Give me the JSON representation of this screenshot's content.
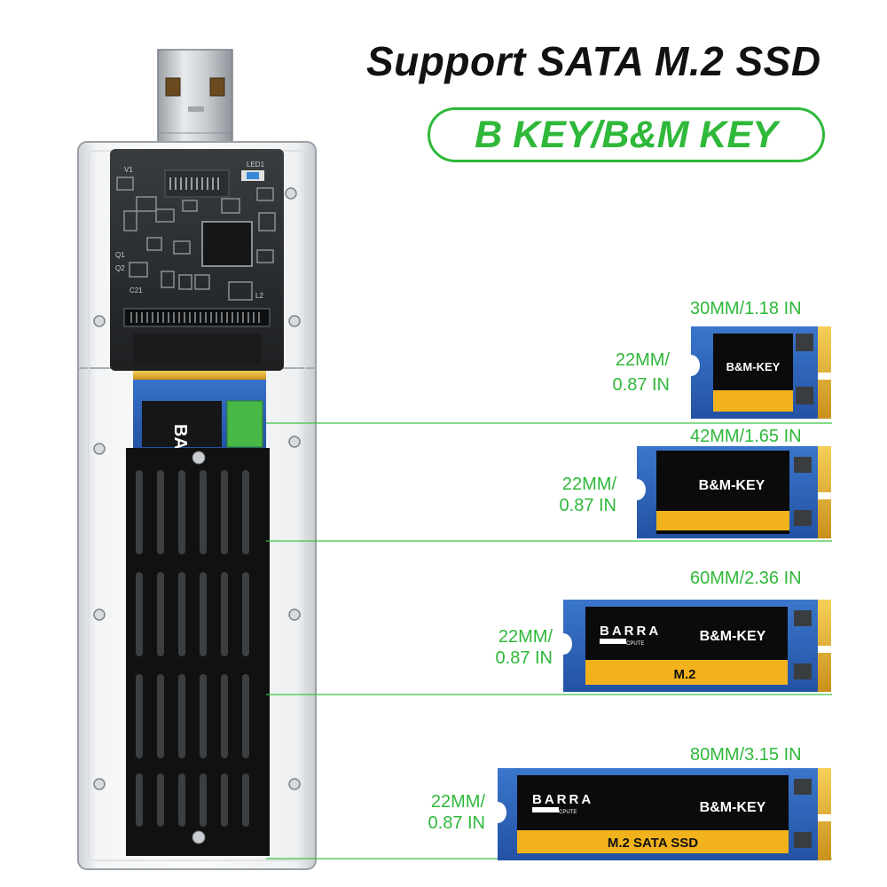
{
  "header": {
    "title": "Support SATA M.2 SSD",
    "key_badge": "B KEY/B&M KEY"
  },
  "colors": {
    "accent_green": "#2fb83a",
    "ssd_label_gold": "#f2b21b",
    "pcb_blue": "#2b63b8",
    "heatsink_black": "#111111"
  },
  "ssds": [
    {
      "length": "30MM/1.18 IN",
      "width_top": "22MM/",
      "width_bottom": "0.87 IN",
      "key": "B&M-KEY",
      "brand": "",
      "sub": "",
      "model": ""
    },
    {
      "length": "42MM/1.65 IN",
      "width_top": "22MM/",
      "width_bottom": "0.87 IN",
      "key": "B&M-KEY",
      "brand": "",
      "sub": "",
      "model": ""
    },
    {
      "length": "60MM/2.36 IN",
      "width_top": "22MM/",
      "width_bottom": "0.87 IN",
      "key": "B&M-KEY",
      "brand": "BARRA",
      "sub": "CPUTE",
      "model": "M.2"
    },
    {
      "length": "80MM/3.15 IN",
      "width_top": "22MM/",
      "width_bottom": "0.87 IN",
      "key": "B&M-KEY",
      "brand": "BARRA",
      "sub": "CPUTE",
      "model": "M.2 SATA SSD"
    }
  ],
  "enclosure": {
    "pcb_labels": [
      "V1",
      "Q1",
      "Q2",
      "C21",
      "L2",
      "LED1"
    ]
  }
}
